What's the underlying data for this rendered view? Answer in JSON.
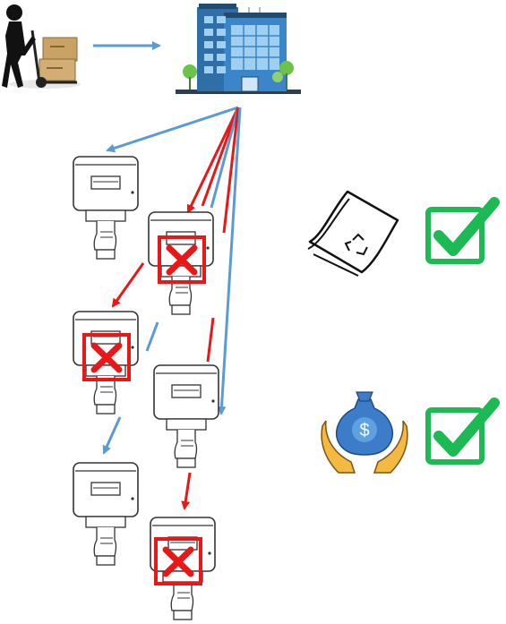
{
  "diagram": {
    "supplier_icon": "person-pushing-hand-truck-with-boxes-icon",
    "building_icon": "office-building-icon",
    "dispenser_icon": "paper-towel-dispenser-icon",
    "recycle_icon": "recycled-paper-icon",
    "savings_icon": "money-bag-in-hands-icon",
    "check_icon": "green-checkmark-icon",
    "reject_icon": "red-x-icon",
    "dispensers": [
      {
        "id": "d1",
        "status": "ok"
      },
      {
        "id": "d2",
        "status": "rejected"
      },
      {
        "id": "d3",
        "status": "rejected"
      },
      {
        "id": "d4",
        "status": "ok"
      },
      {
        "id": "d5",
        "status": "ok"
      },
      {
        "id": "d6",
        "status": "rejected"
      }
    ],
    "benefits": [
      {
        "icon": "recycled-paper-icon",
        "status": "check"
      },
      {
        "icon": "money-bag-in-hands-icon",
        "status": "check"
      }
    ],
    "colors": {
      "blue_arrow": "#5B9BD5",
      "red_arrow": "#E81818",
      "check_green": "#1DB954",
      "reject_red": "#E81818",
      "building_blue": "#3A86C8",
      "hand_orange": "#F4B942",
      "bag_blue": "#3D7CC9"
    }
  }
}
